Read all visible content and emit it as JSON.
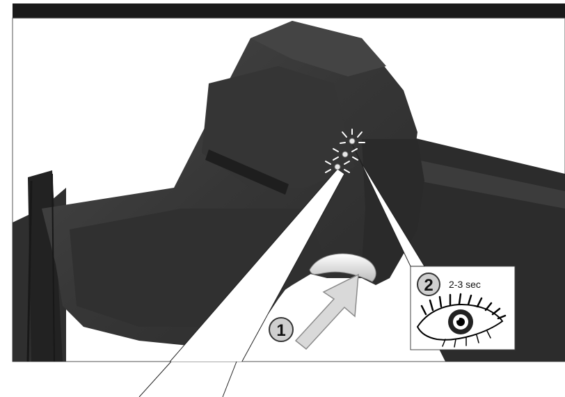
{
  "illustration": {
    "subject": "reciprocating-saw",
    "indicator": "led-fuel-gauge"
  },
  "steps": [
    {
      "number": "1"
    },
    {
      "number": "2",
      "duration": "2-3 sec"
    }
  ],
  "icons": {
    "hand_press": "arrow-press-icon",
    "observe": "eye-icon",
    "led": "led-light-icon"
  },
  "colors": {
    "frame": "#1a1a1a",
    "tool_body": "#3a3a3a",
    "tool_dark": "#262626",
    "arrow_fill": "#d9d9d9",
    "badge_fill": "#cfcfcf"
  }
}
